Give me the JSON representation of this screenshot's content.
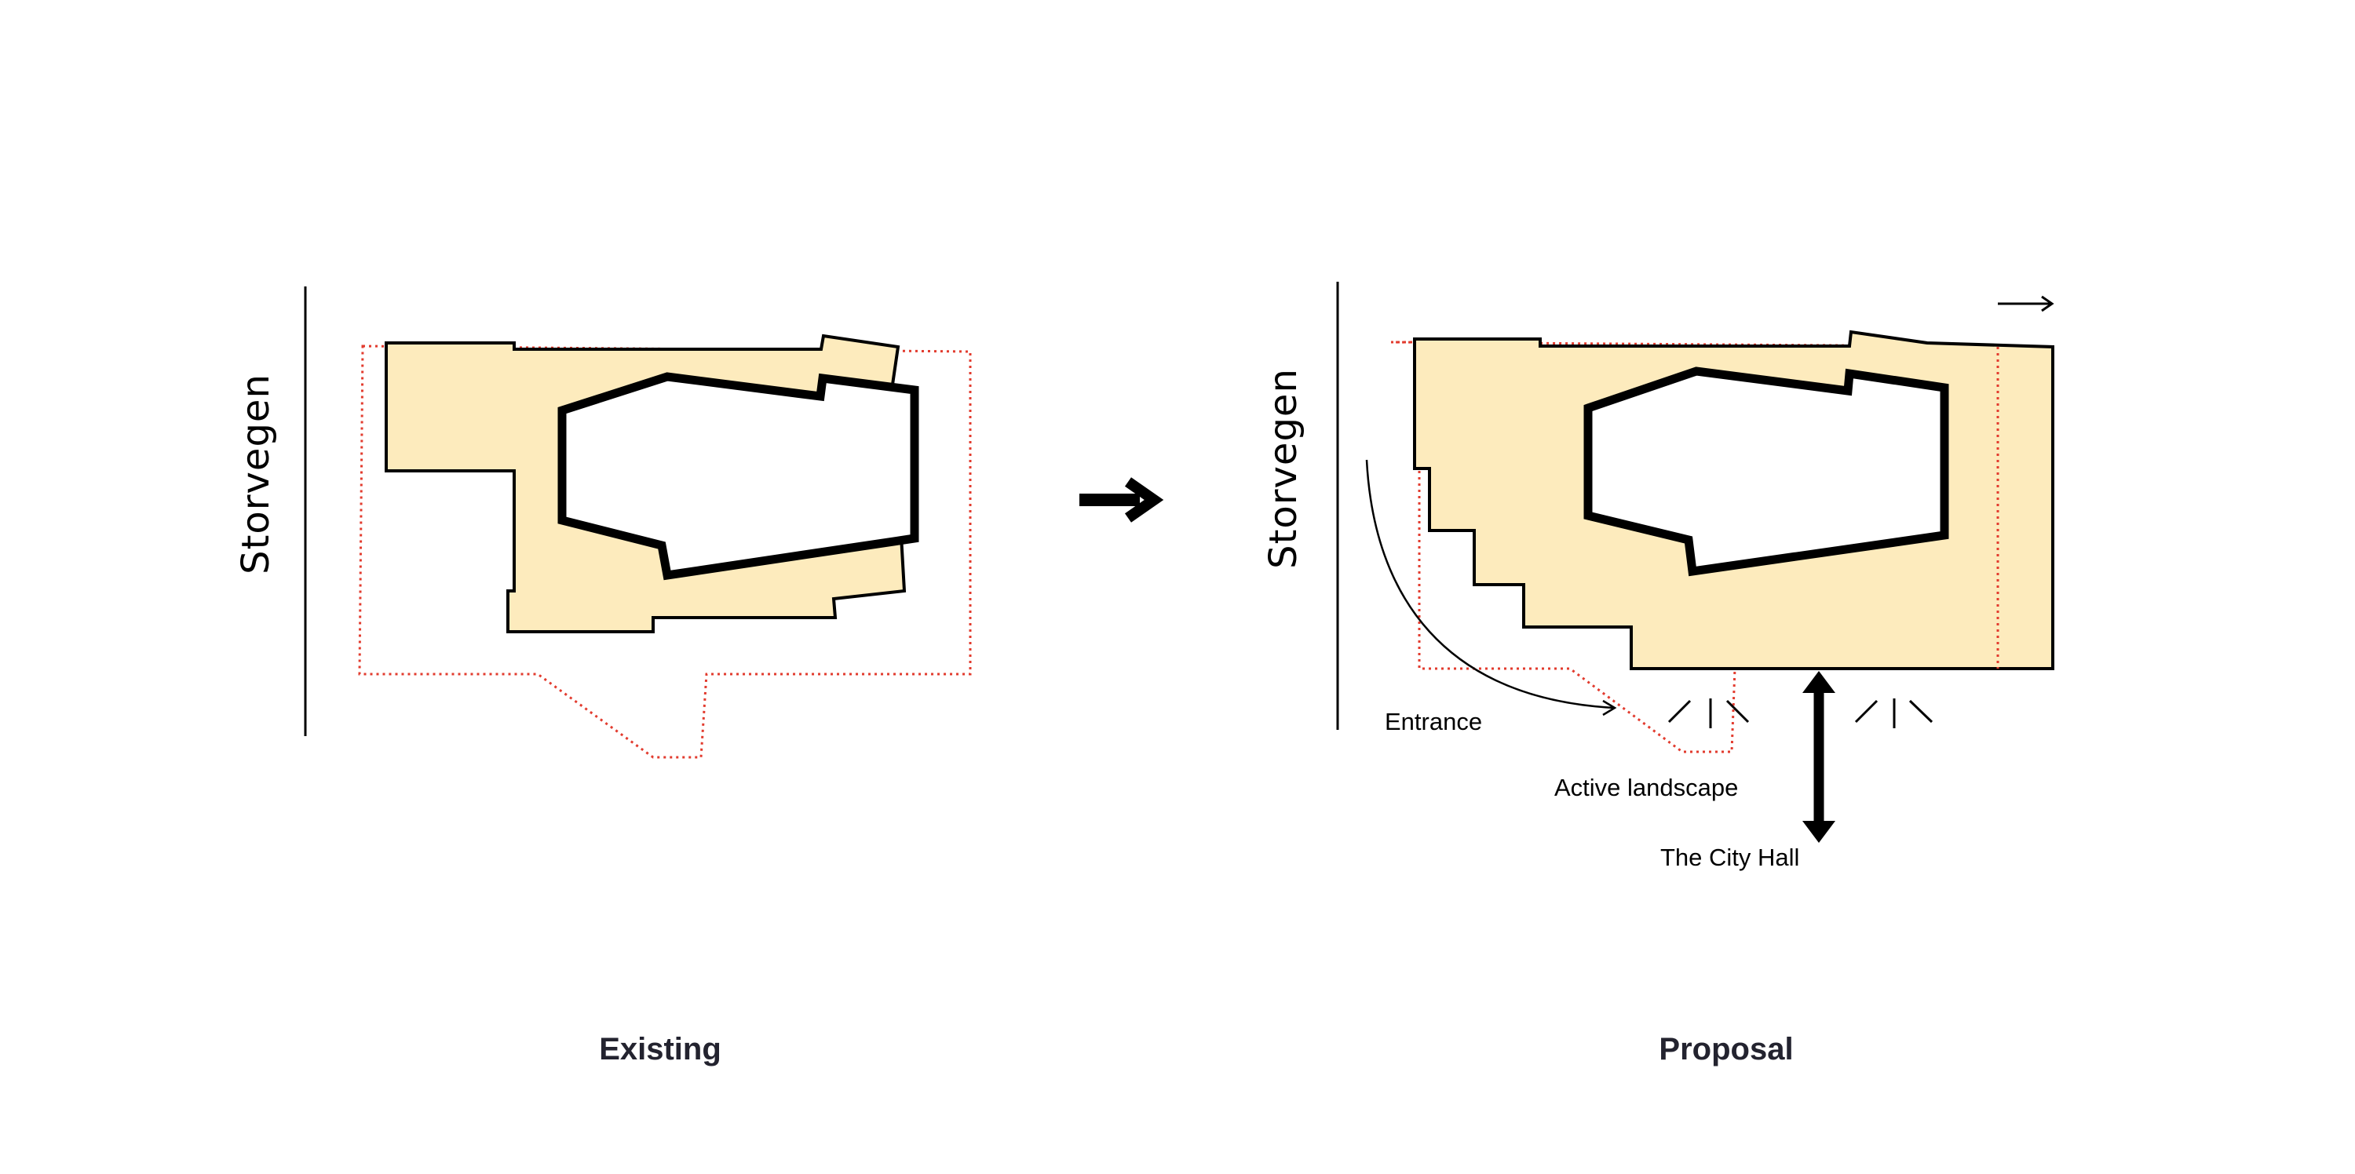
{
  "colors": {
    "building_fill": "#fdebbd",
    "site_boundary": "#e23b2e",
    "outline": "#000000",
    "title_text": "#23232f"
  },
  "existing": {
    "title": "Existing",
    "street": "Storvegen"
  },
  "proposal": {
    "title": "Proposal",
    "street": "Storvegen",
    "annotations": {
      "entrance": "Entrance",
      "active_landscape": "Active landscape",
      "city_hall": "The City Hall"
    }
  },
  "icons": {
    "transition": "arrow-right-icon",
    "direction": "thin-arrow-right-icon",
    "connection": "double-arrow-vertical-icon"
  }
}
